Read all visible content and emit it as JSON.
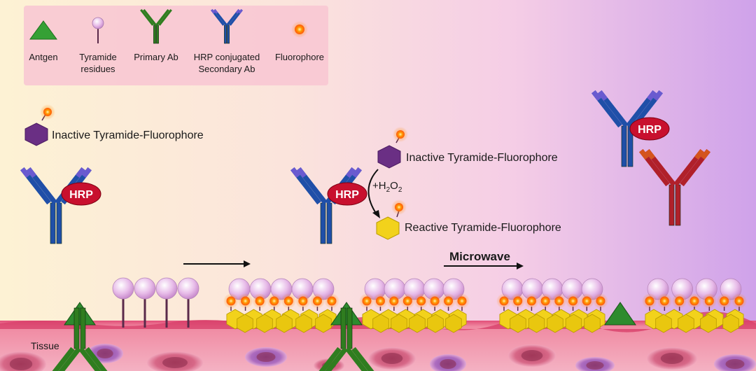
{
  "legend": {
    "antgen": "Antgen",
    "tyramide": [
      "Tyramide",
      "residues"
    ],
    "primary_ab": "Primary Ab",
    "secondary_ab": [
      "HRP conjugated",
      "Secondary Ab"
    ],
    "fluorophore": "Fluorophore"
  },
  "labels": {
    "inactive_left": "Inactive Tyramide-Fluorophore",
    "inactive_mid": "Inactive Tyramide-Fluorophore",
    "reactive": "Reactive Tyramide-Fluorophore",
    "h2o2_plus": "+H",
    "h2o2_sub1": "2",
    "h2o2_o": "O",
    "h2o2_sub2": "2",
    "microwave": "Microwave",
    "tissue": "Tissue",
    "hrp": "HRP"
  },
  "colors": {
    "antigen_green": "#2e8b2e",
    "primary_green": "#2f7d1f",
    "secondary_blue": "#1f4fa8",
    "secondary_purple": "#6a5ad0",
    "hrp_red": "#c8102e",
    "fluorophore_orange": "#ff7a00",
    "tyramide_lilac": "#e2b8e8",
    "reactive_yellow": "#f2d21b",
    "inactive_purple": "#6a2f84",
    "released_red": "#b0202a",
    "tissue_pink": "#ec6a8c"
  }
}
